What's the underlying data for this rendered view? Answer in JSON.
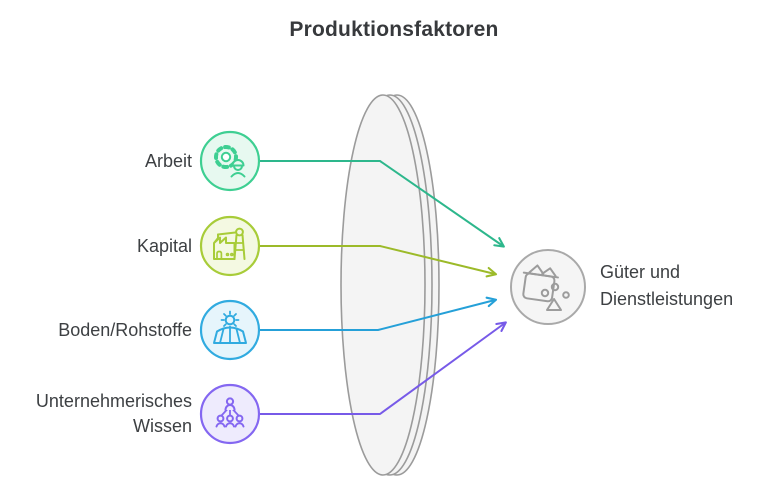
{
  "diagram": {
    "title": "Produktionsfaktoren",
    "text_color": "#3d4043",
    "factors": [
      {
        "label": "Arbeit",
        "icon": "gear-worker-icon",
        "color": "#3ecf92",
        "fill": "#e7f9f0",
        "line_color": "#2db78c"
      },
      {
        "label": "Kapital",
        "icon": "factory-crane-icon",
        "color": "#a8cc39",
        "fill": "#f4f9e2",
        "line_color": "#9cba29"
      },
      {
        "label": "Boden/Rohstoffe",
        "icon": "field-sun-icon",
        "color": "#31abe0",
        "fill": "#e6f5fc",
        "line_color": "#25a0d8"
      },
      {
        "label": "Unternehmerisches Wissen",
        "icon": "team-hierarchy-icon",
        "color": "#8467f1",
        "fill": "#eeebfd",
        "line_color": "#775ae8"
      }
    ],
    "lens": {
      "shape": "transformation-lens",
      "stroke": "#9b9b9b",
      "fill": "#f4f4f4"
    },
    "output": {
      "label": "Güter und Dienstleistungen",
      "icon": "goods-basket-icon",
      "stroke": "#a9a9a9",
      "fill": "#f5f5f5",
      "icon_stroke": "#9c9c9c"
    }
  }
}
